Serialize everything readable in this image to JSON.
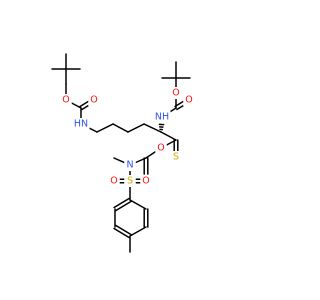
{
  "colors": {
    "bond": "#000000",
    "O": "#ff0d0d",
    "N": "#3050f8",
    "S": "#c8b000",
    "background": "#ffffff"
  },
  "molecule": {
    "atoms": [
      {
        "id": "a1",
        "element": "C",
        "label": ""
      },
      {
        "id": "a2",
        "element": "C",
        "label": ""
      },
      {
        "id": "a3",
        "element": "C",
        "label": ""
      },
      {
        "id": "a4",
        "element": "C",
        "label": ""
      },
      {
        "id": "a5",
        "element": "C",
        "label": ""
      },
      {
        "id": "o1",
        "element": "O",
        "label": "O"
      },
      {
        "id": "c1",
        "element": "C",
        "label": ""
      },
      {
        "id": "o2",
        "element": "O",
        "label": "O"
      },
      {
        "id": "n1",
        "element": "N",
        "label": "HN"
      },
      {
        "id": "ch1",
        "element": "C",
        "label": ""
      },
      {
        "id": "ch2",
        "element": "C",
        "label": ""
      },
      {
        "id": "ch3",
        "element": "C",
        "label": ""
      },
      {
        "id": "ch4",
        "element": "C",
        "label": ""
      },
      {
        "id": "ca",
        "element": "C",
        "label": ""
      },
      {
        "id": "n2",
        "element": "N",
        "label": "NH"
      },
      {
        "id": "c2",
        "element": "C",
        "label": ""
      },
      {
        "id": "o3",
        "element": "O",
        "label": "O"
      },
      {
        "id": "o4",
        "element": "O",
        "label": "O"
      },
      {
        "id": "b1",
        "element": "C",
        "label": ""
      },
      {
        "id": "b2",
        "element": "C",
        "label": ""
      },
      {
        "id": "b3",
        "element": "C",
        "label": ""
      },
      {
        "id": "b4",
        "element": "C",
        "label": ""
      },
      {
        "id": "b5",
        "element": "C",
        "label": ""
      },
      {
        "id": "tc",
        "element": "C",
        "label": ""
      },
      {
        "id": "s1",
        "element": "S",
        "label": "S"
      },
      {
        "id": "o5",
        "element": "O",
        "label": "O"
      },
      {
        "id": "v1",
        "element": "C",
        "label": ""
      },
      {
        "id": "vch2",
        "element": "C",
        "label": ""
      },
      {
        "id": "n3",
        "element": "N",
        "label": "N"
      },
      {
        "id": "me",
        "element": "C",
        "label": ""
      },
      {
        "id": "s2",
        "element": "S",
        "label": "S"
      },
      {
        "id": "o6",
        "element": "O",
        "label": "O"
      },
      {
        "id": "o7",
        "element": "O",
        "label": "O"
      },
      {
        "id": "r1",
        "element": "C",
        "label": ""
      },
      {
        "id": "r2",
        "element": "C",
        "label": ""
      },
      {
        "id": "r3",
        "element": "C",
        "label": ""
      },
      {
        "id": "r4",
        "element": "C",
        "label": ""
      },
      {
        "id": "r5",
        "element": "C",
        "label": ""
      },
      {
        "id": "r6",
        "element": "C",
        "label": ""
      },
      {
        "id": "rme",
        "element": "C",
        "label": ""
      }
    ],
    "bonds": [
      {
        "a": "a1",
        "b": "a2",
        "order": 1
      },
      {
        "a": "a1",
        "b": "a3",
        "order": 1
      },
      {
        "a": "a1",
        "b": "a4",
        "order": 1
      },
      {
        "a": "a1",
        "b": "a5",
        "order": 1
      },
      {
        "a": "a5",
        "b": "o1",
        "order": 1
      },
      {
        "a": "o1",
        "b": "c1",
        "order": 1
      },
      {
        "a": "c1",
        "b": "o2",
        "order": 2
      },
      {
        "a": "c1",
        "b": "n1",
        "order": 1
      },
      {
        "a": "n1",
        "b": "ch1",
        "order": 1
      },
      {
        "a": "ch1",
        "b": "ch2",
        "order": 1
      },
      {
        "a": "ch2",
        "b": "ch3",
        "order": 1
      },
      {
        "a": "ch3",
        "b": "ch4",
        "order": 1
      },
      {
        "a": "ch4",
        "b": "ca",
        "order": 1
      },
      {
        "a": "ca",
        "b": "n2",
        "order": 1,
        "stereo": "hash"
      },
      {
        "a": "n2",
        "b": "c2",
        "order": 1
      },
      {
        "a": "c2",
        "b": "o3",
        "order": 2
      },
      {
        "a": "c2",
        "b": "o4",
        "order": 1
      },
      {
        "a": "o4",
        "b": "b1",
        "order": 1
      },
      {
        "a": "b1",
        "b": "b2",
        "order": 1
      },
      {
        "a": "b1",
        "b": "b3",
        "order": 1
      },
      {
        "a": "b1",
        "b": "b4",
        "order": 1
      },
      {
        "a": "b1",
        "b": "b5",
        "order": 1
      },
      {
        "a": "ca",
        "b": "tc",
        "order": 1
      },
      {
        "a": "tc",
        "b": "s1",
        "order": 2
      },
      {
        "a": "tc",
        "b": "o5",
        "order": 1
      },
      {
        "a": "o5",
        "b": "v1",
        "order": 1
      },
      {
        "a": "v1",
        "b": "vch2",
        "order": 2
      },
      {
        "a": "v1",
        "b": "n3",
        "order": 1
      },
      {
        "a": "n3",
        "b": "me",
        "order": 1
      },
      {
        "a": "n3",
        "b": "s2",
        "order": 1
      },
      {
        "a": "s2",
        "b": "o6",
        "order": 2
      },
      {
        "a": "s2",
        "b": "o7",
        "order": 2
      },
      {
        "a": "s2",
        "b": "r1",
        "order": 1
      },
      {
        "a": "r1",
        "b": "r2",
        "order": 2
      },
      {
        "a": "r2",
        "b": "r3",
        "order": 1
      },
      {
        "a": "r3",
        "b": "r4",
        "order": 2
      },
      {
        "a": "r4",
        "b": "r5",
        "order": 1
      },
      {
        "a": "r5",
        "b": "r6",
        "order": 2
      },
      {
        "a": "r6",
        "b": "r1",
        "order": 1
      },
      {
        "a": "r4",
        "b": "rme",
        "order": 1
      }
    ]
  }
}
